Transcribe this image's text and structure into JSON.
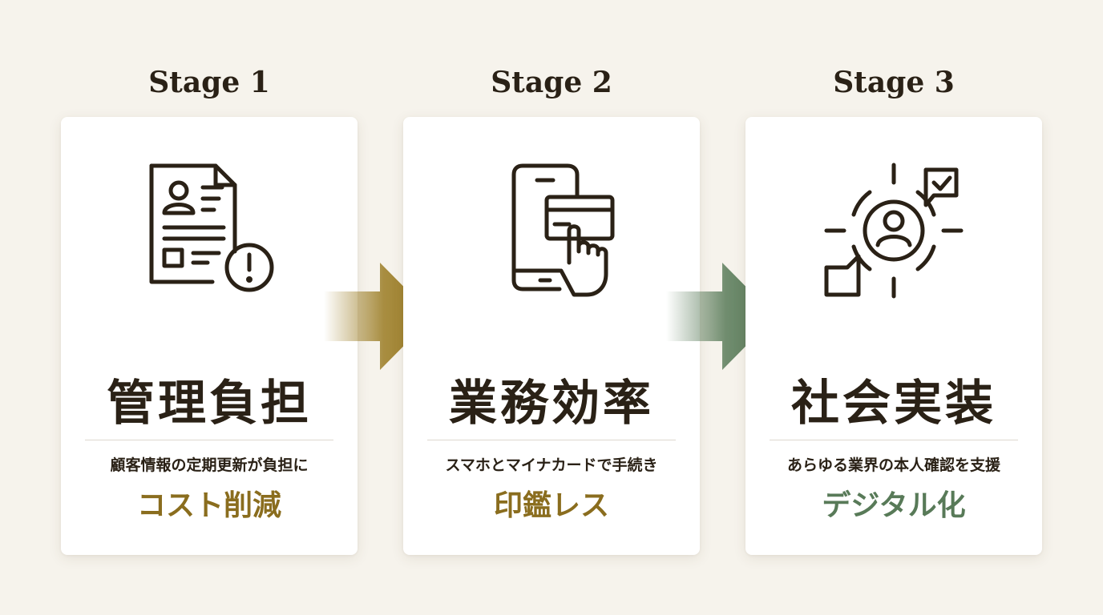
{
  "stages": [
    {
      "heading": "Stage 1",
      "icon": "document-alert-icon",
      "title": "管理負担",
      "description": "顧客情報の定期更新が負担に",
      "result": "コスト削減",
      "result_color": "#8a6d1e"
    },
    {
      "heading": "Stage 2",
      "icon": "smartphone-card-icon",
      "title": "業務効率",
      "description": "スマホとマイナカードで手続き",
      "result": "印鑑レス",
      "result_color": "#8a6d1e"
    },
    {
      "heading": "Stage 3",
      "icon": "identity-network-icon",
      "title": "社会実装",
      "description": "あらゆる業界の本人確認を支援",
      "result": "デジタル化",
      "result_color": "#587a58"
    }
  ],
  "arrows": [
    {
      "icon": "arrow-right-icon",
      "color": "#9a7b22"
    },
    {
      "icon": "arrow-right-icon",
      "color": "#587a58"
    }
  ]
}
